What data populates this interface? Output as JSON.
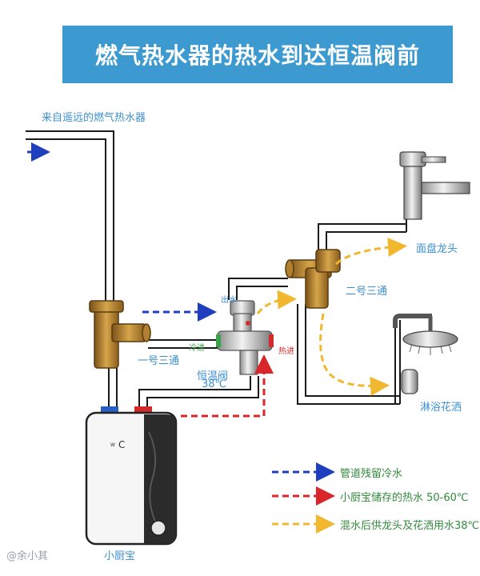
{
  "title": "燃气热水器的热水到达恒温阀前",
  "labels": {
    "gas_heater": "来自遥远的燃气热水器",
    "basin_faucet": "面盘龙头",
    "tee_two": "二号三通",
    "tee_one": "一号三通",
    "valve_name": "恒温阀",
    "valve_temp": "38℃",
    "outlet": "出水",
    "cold_in": "冷进",
    "hot_in": "热进",
    "shower": "淋浴花洒",
    "heater": "小厨宝"
  },
  "legend": [
    {
      "text": "管道残留冷水",
      "color": "#1f3fbf"
    },
    {
      "text": "小厨宝储存的热水 50-60℃",
      "color": "#d9262a"
    },
    {
      "text": "混水后供龙头及花洒用水38℃",
      "color": "#f0b72f"
    }
  ],
  "author": "@余小其",
  "colors": {
    "title_bg": "#3d9ad1",
    "pipe": "#1a1a1a",
    "brass": "#c8963a"
  }
}
